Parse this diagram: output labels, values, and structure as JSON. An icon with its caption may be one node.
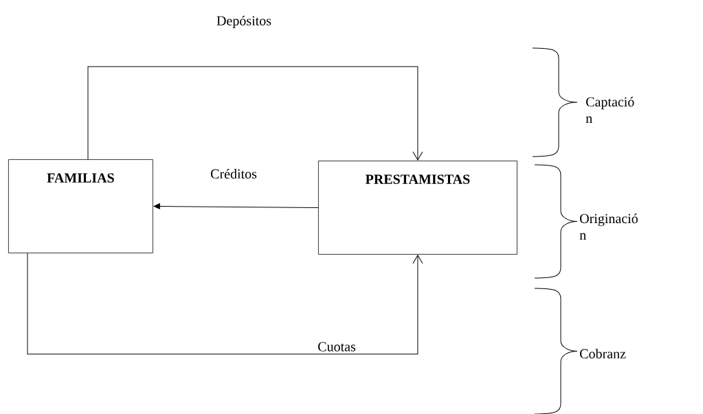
{
  "diagram": {
    "nodes": [
      {
        "text": [
          "FAMILIAS"
        ]
      },
      {
        "text": [
          "PRESTAMISTAS"
        ]
      }
    ],
    "edges": [
      {
        "from": 0,
        "to": 1,
        "arrow": "to",
        "label": "Depósitos"
      },
      {
        "from": 1,
        "to": 0,
        "arrow": "to",
        "label": "Créditos"
      },
      {
        "from": 0,
        "to": 1,
        "arrow": "to",
        "label": "Cuotas"
      }
    ],
    "labels": [
      "Captació n",
      "Originació n",
      "Cobranz"
    ]
  }
}
